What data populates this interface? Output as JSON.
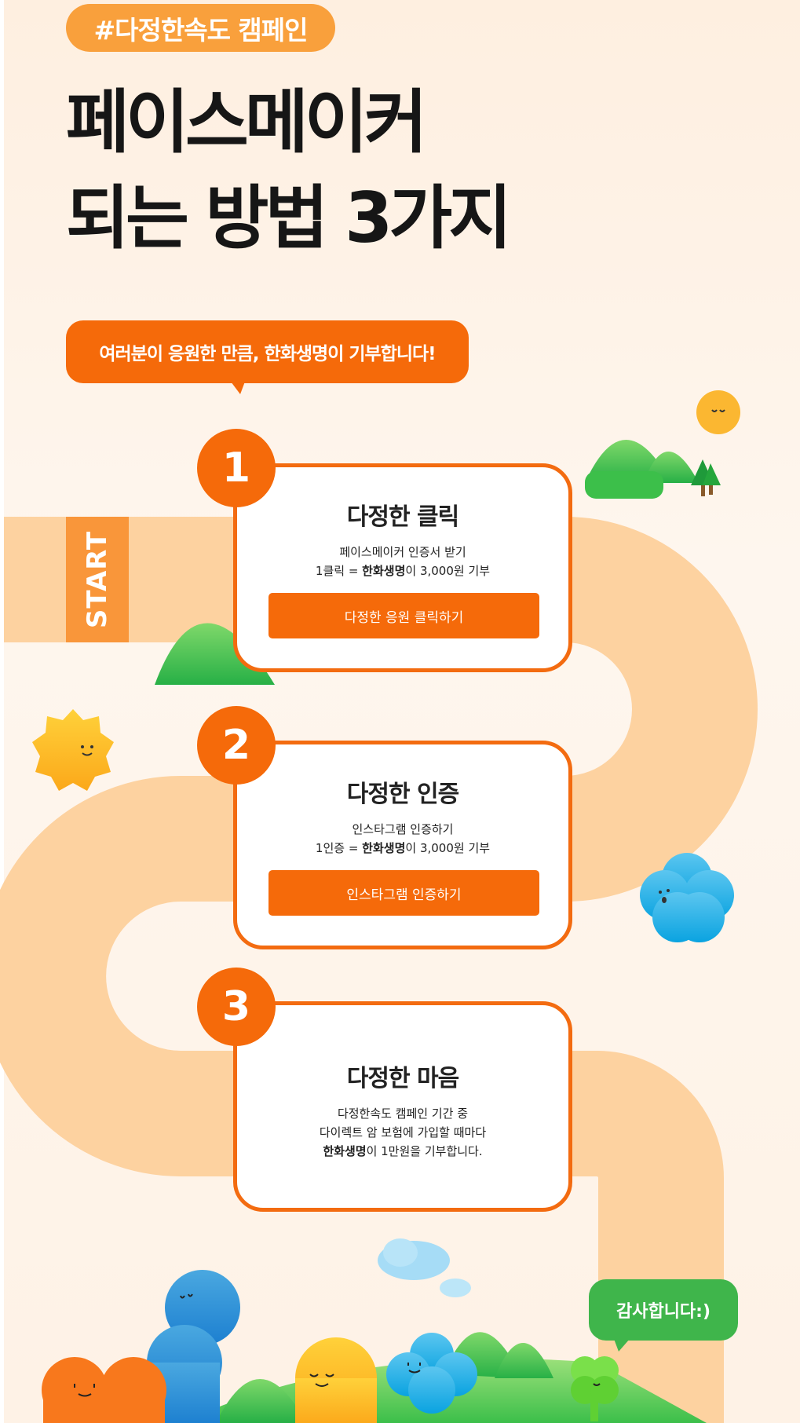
{
  "campaign_tag": "#다정한속도 캠페인",
  "headline": {
    "line1": "페이스메이커",
    "line2": "되는 방법 3가지"
  },
  "intro_bubble": {
    "before": "여러분이 응원한 만큼, ",
    "brand": "한화생명",
    "after": "이 기부합니다!"
  },
  "start_label": "START",
  "steps": [
    {
      "number": "1",
      "title": "다정한 클릭",
      "line1": "페이스메이커 인증서 받기",
      "line2_before": "1클릭 = ",
      "line2_brand": "한화생명",
      "line2_after": "이 3,000원 기부",
      "button": "다정한 응원 클릭하기"
    },
    {
      "number": "2",
      "title": "다정한 인증",
      "line1": "인스타그램 인증하기",
      "line2_before": "1인증 = ",
      "line2_brand": "한화생명",
      "line2_after": "이 3,000원 기부",
      "button": "인스타그램 인증하기"
    },
    {
      "number": "3",
      "title": "다정한 마음",
      "line1": "다정한속도 캠페인 기간 중",
      "line2": "다이렉트 암 보험에 가입할 때마다",
      "line3_brand": "한화생명",
      "line3_after": "이 1만원을 기부합니다."
    }
  ],
  "thanks_bubble": "감사합니다:)",
  "colors": {
    "accent_orange": "#f56a0a",
    "pill_orange": "#f9a03c",
    "path_peach": "#fdd2a0",
    "background": "#fef4ea",
    "thanks_green": "#3fb54b"
  }
}
